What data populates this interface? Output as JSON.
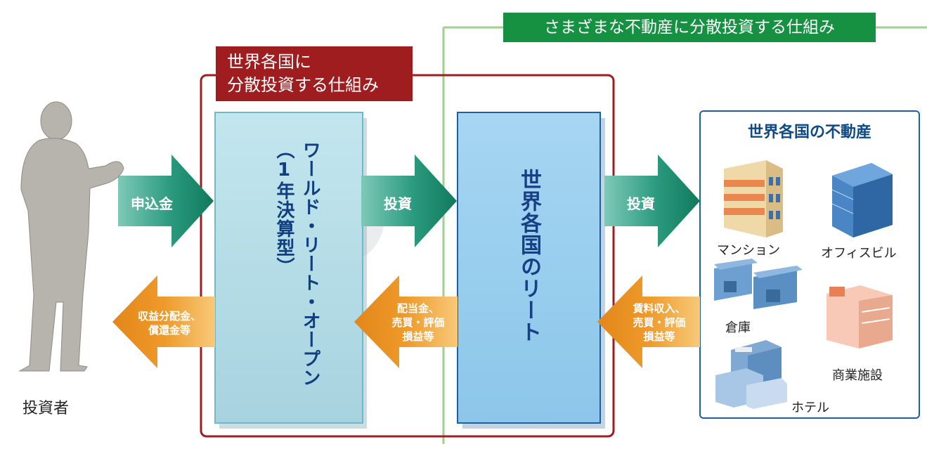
{
  "labels": {
    "global_diversification": "世界各国に\n分散投資する仕組み",
    "realestate_diversification": "さまざまな不動産に分散投資する仕組み"
  },
  "investor": {
    "label": "投資者"
  },
  "fund": {
    "name": "ワールド・リート・オープン（1年決算型）"
  },
  "reit": {
    "name": "世界各国のリート"
  },
  "arrows": {
    "subscription": "申込金",
    "invest_fund": "投資",
    "invest_reit": "投資",
    "distribution_line1": "収益分配金、",
    "distribution_line2": "償還金等",
    "dividend_line1": "配当金、",
    "dividend_line2": "売買・評価",
    "dividend_line3": "損益等",
    "rent_line1": "賃料収入、",
    "rent_line2": "売買・評価",
    "rent_line3": "損益等"
  },
  "properties": {
    "title": "世界各国の不動産",
    "items": [
      "マンション",
      "オフィスビル",
      "倉庫",
      "商業施設",
      "ホテル"
    ]
  },
  "colors": {
    "red": "#9f1c1f",
    "green": "#159141",
    "teal": "#1f8a6e",
    "orange": "#e8901c",
    "navy": "#0e4a86"
  }
}
